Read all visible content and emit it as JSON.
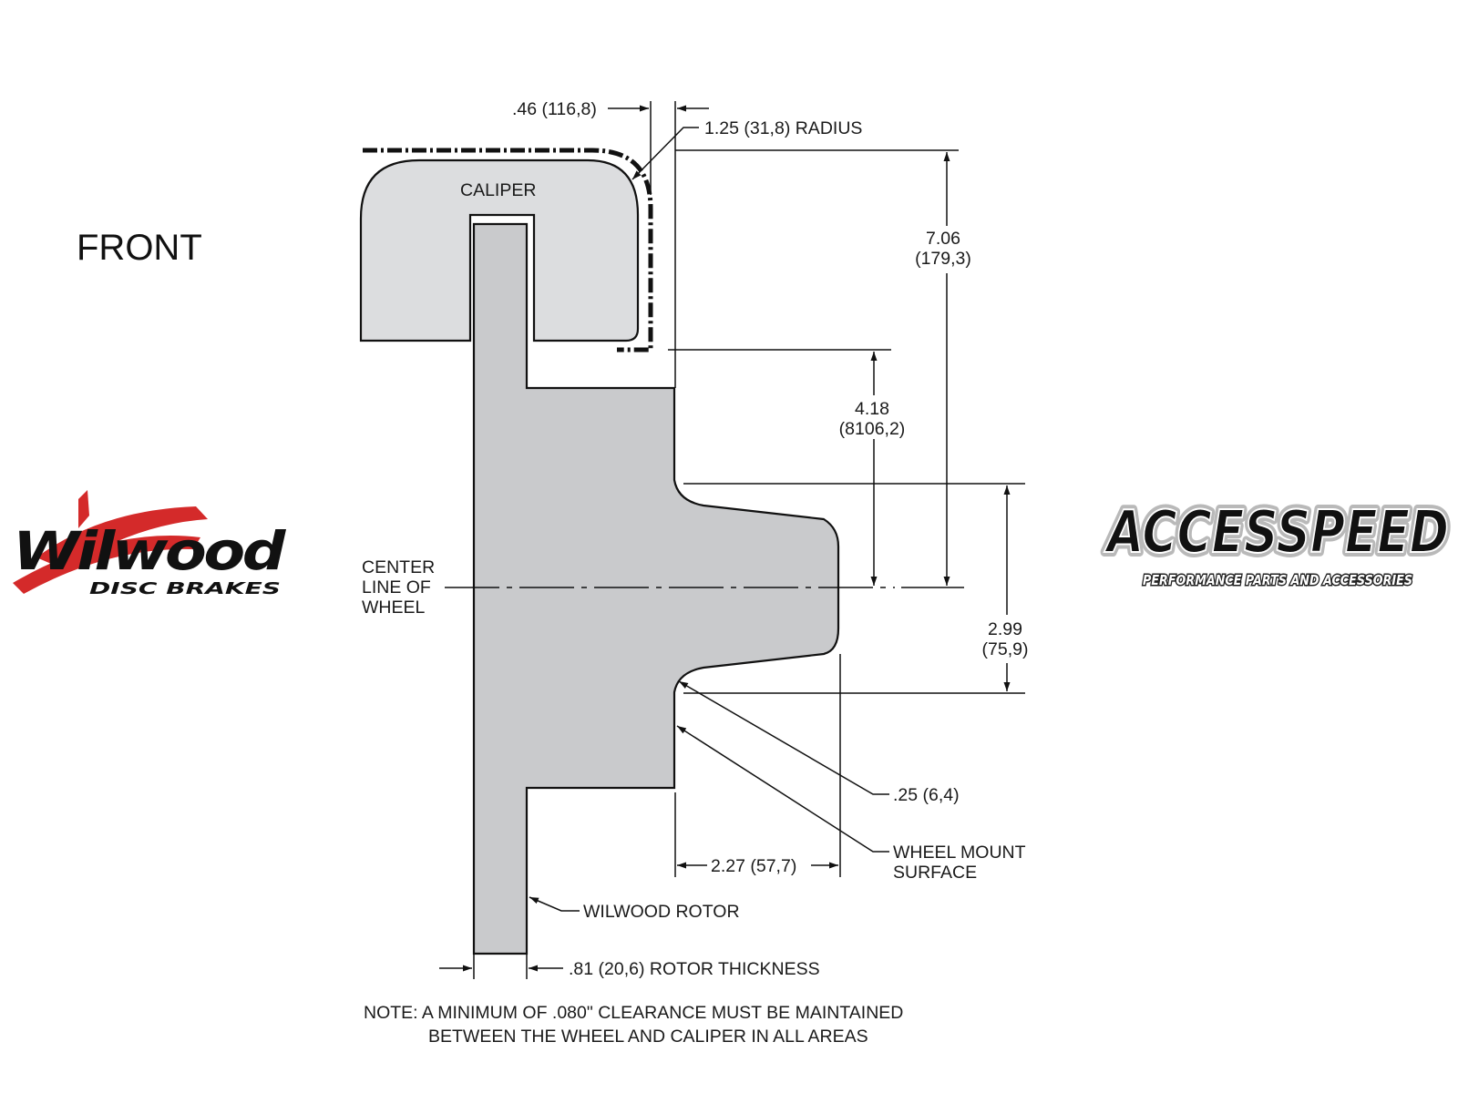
{
  "view_label": "FRONT",
  "caliper_label": "CALIPER",
  "centerline_label": [
    "CENTER",
    "LINE OF",
    "WHEEL"
  ],
  "dimensions": {
    "offset_46": ".46 (116,8)",
    "radius": "1.25 (31,8) RADIUS",
    "height_706": [
      "7.06",
      "(179,3)"
    ],
    "height_418": [
      "4.18",
      "(8106,2)"
    ],
    "height_299": [
      "2.99",
      "(75,9)"
    ],
    "depth_025": ".25 (6,4)",
    "width_227": "2.27 (57,7)",
    "rotor_thickness": ".81 (20,6) ROTOR THICKNESS"
  },
  "callouts": {
    "wheel_mount": [
      "WHEEL MOUNT",
      "SURFACE"
    ],
    "rotor": "WILWOOD ROTOR"
  },
  "note": [
    "NOTE: A MINIMUM OF .080\" CLEARANCE MUST BE MAINTAINED",
    "BETWEEN THE WHEEL AND CALIPER IN ALL AREAS"
  ],
  "logos": {
    "wilwood": {
      "name": "Wilwood",
      "tagline": "DISC BRAKES"
    },
    "accesspeed": {
      "name": "ACCESSPEED",
      "tagline": "PERFORMANCE PARTS AND ACCESSORIES"
    }
  },
  "colors": {
    "part_fill": "#c9cacc",
    "caliper_fill": "#dcdddf",
    "line": "#111111",
    "wilwood_red": "#d42a2a"
  }
}
